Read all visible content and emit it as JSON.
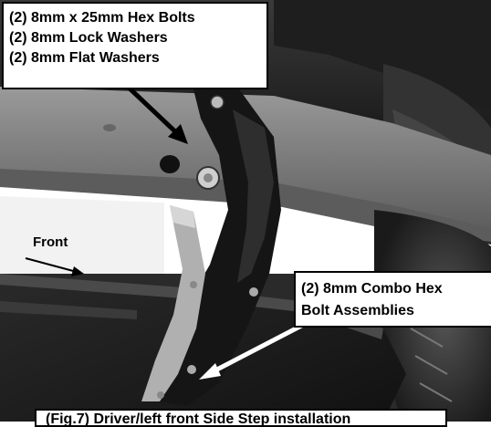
{
  "callouts": {
    "hardware_top": {
      "lines": [
        "(2) 8mm x 25mm Hex Bolts",
        "(2) 8mm Lock Washers",
        "(2) 8mm Flat Washers"
      ]
    },
    "hardware_right": {
      "lines": [
        "(2) 8mm Combo Hex",
        "Bolt Assemblies"
      ]
    }
  },
  "labels": {
    "front": "Front"
  },
  "caption": "(Fig.7) Driver/left front Side Step installation",
  "colors": {
    "ink": "#000000",
    "paper": "#ffffff"
  }
}
